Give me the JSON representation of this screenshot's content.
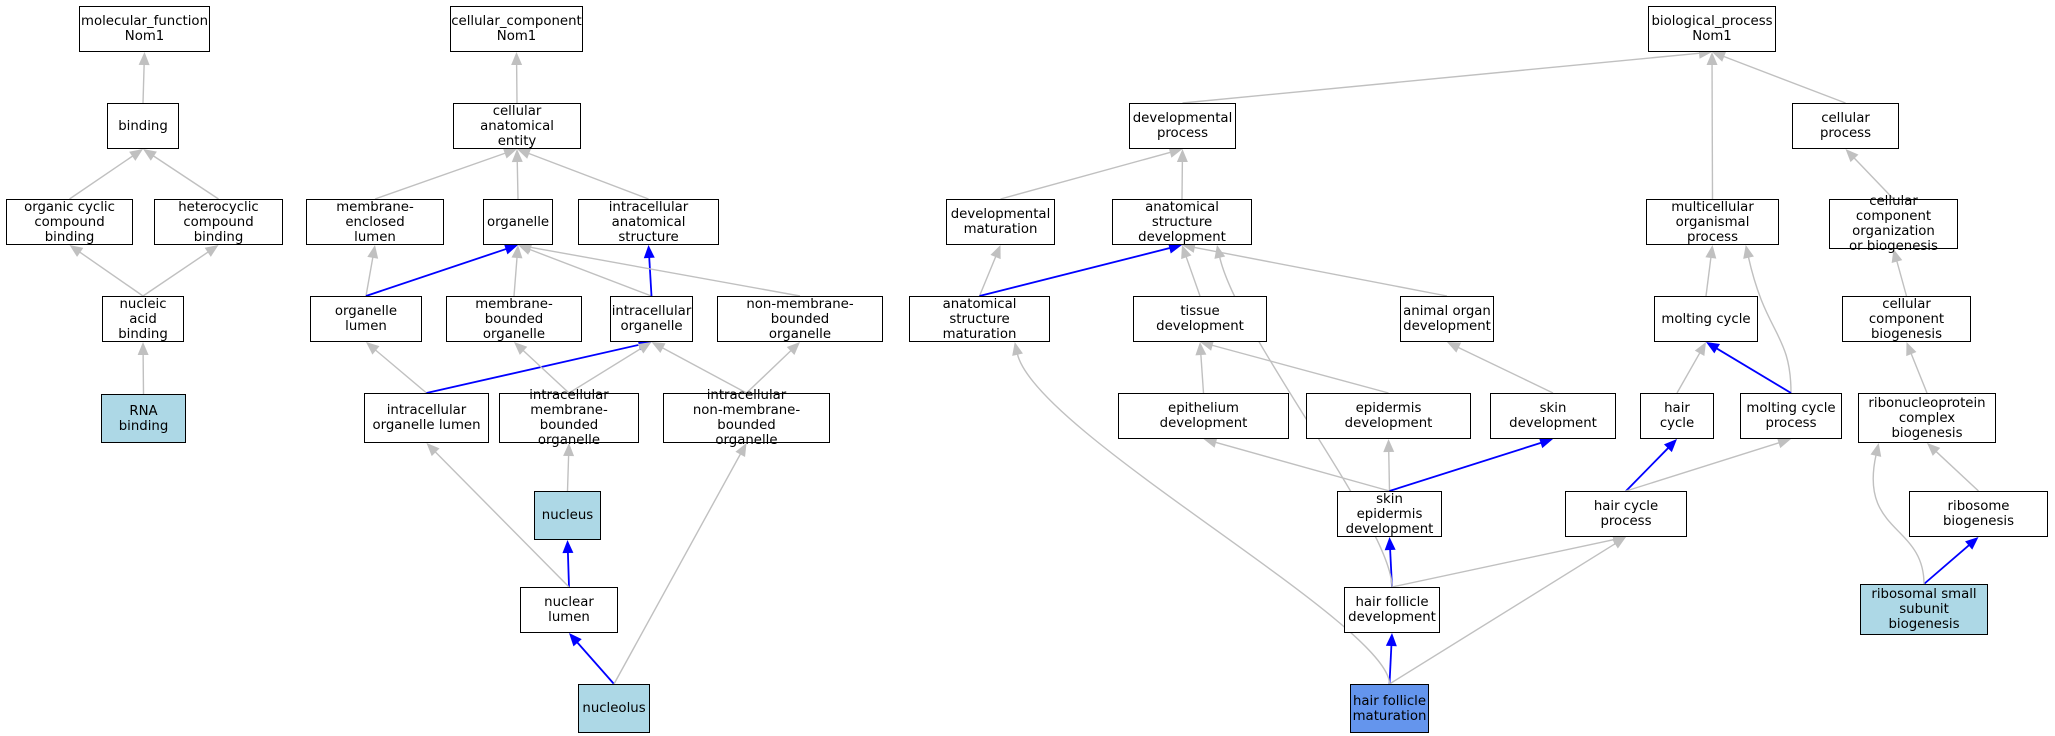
{
  "styles": {
    "default_fill": "#ffffff",
    "light_fill": "#add8e6",
    "focus_fill": "#6495ed",
    "edge_grey": "#c0c0c0",
    "edge_blue": "#0000ff"
  },
  "nodes": [
    {
      "id": "mf",
      "label": "molecular_function\nNom1",
      "fill": "default"
    },
    {
      "id": "binding",
      "label": "binding",
      "fill": "default"
    },
    {
      "id": "ocb",
      "label": "organic cyclic\ncompound binding",
      "fill": "default"
    },
    {
      "id": "hcb",
      "label": "heterocyclic\ncompound binding",
      "fill": "default"
    },
    {
      "id": "nab",
      "label": "nucleic acid\nbinding",
      "fill": "default"
    },
    {
      "id": "rnab",
      "label": "RNA binding",
      "fill": "light"
    },
    {
      "id": "cc",
      "label": "cellular_component\nNom1",
      "fill": "default"
    },
    {
      "id": "cae",
      "label": "cellular anatomical\nentity",
      "fill": "default"
    },
    {
      "id": "mel",
      "label": "membrane-enclosed\nlumen",
      "fill": "default"
    },
    {
      "id": "organelle",
      "label": "organelle",
      "fill": "default"
    },
    {
      "id": "ias",
      "label": "intracellular\nanatomical structure",
      "fill": "default"
    },
    {
      "id": "ol",
      "label": "organelle lumen",
      "fill": "default"
    },
    {
      "id": "mbo",
      "label": "membrane-bounded\norganelle",
      "fill": "default"
    },
    {
      "id": "io",
      "label": "intracellular\norganelle",
      "fill": "default"
    },
    {
      "id": "nmbo",
      "label": "non-membrane-bounded\norganelle",
      "fill": "default"
    },
    {
      "id": "iol",
      "label": "intracellular\norganelle lumen",
      "fill": "default"
    },
    {
      "id": "imbo",
      "label": "intracellular\nmembrane-bounded\norganelle",
      "fill": "default"
    },
    {
      "id": "inmbo",
      "label": "intracellular\nnon-membrane-bounded\norganelle",
      "fill": "default"
    },
    {
      "id": "nucleus",
      "label": "nucleus",
      "fill": "light"
    },
    {
      "id": "nl",
      "label": "nuclear lumen",
      "fill": "default"
    },
    {
      "id": "nucleolus",
      "label": "nucleolus",
      "fill": "light"
    },
    {
      "id": "bp",
      "label": "biological_process\nNom1",
      "fill": "default"
    },
    {
      "id": "devp",
      "label": "developmental\nprocess",
      "fill": "default"
    },
    {
      "id": "cp",
      "label": "cellular process",
      "fill": "default"
    },
    {
      "id": "devm",
      "label": "developmental\nmaturation",
      "fill": "default"
    },
    {
      "id": "asd",
      "label": "anatomical structure\ndevelopment",
      "fill": "default"
    },
    {
      "id": "mop",
      "label": "multicellular\norganismal process",
      "fill": "default"
    },
    {
      "id": "ccob",
      "label": "cellular component\norganization\nor biogenesis",
      "fill": "default"
    },
    {
      "id": "asm",
      "label": "anatomical structure\nmaturation",
      "fill": "default"
    },
    {
      "id": "td",
      "label": "tissue development",
      "fill": "default"
    },
    {
      "id": "aod",
      "label": "animal organ\ndevelopment",
      "fill": "default"
    },
    {
      "id": "mc",
      "label": "molting cycle",
      "fill": "default"
    },
    {
      "id": "ccb",
      "label": "cellular component\nbiogenesis",
      "fill": "default"
    },
    {
      "id": "ed",
      "label": "epithelium development",
      "fill": "default"
    },
    {
      "id": "epd",
      "label": "epidermis development",
      "fill": "default"
    },
    {
      "id": "sd",
      "label": "skin development",
      "fill": "default"
    },
    {
      "id": "hc",
      "label": "hair cycle",
      "fill": "default"
    },
    {
      "id": "mcp",
      "label": "molting cycle\nprocess",
      "fill": "default"
    },
    {
      "id": "rcb",
      "label": "ribonucleoprotein\ncomplex biogenesis",
      "fill": "default"
    },
    {
      "id": "sed",
      "label": "skin epidermis\ndevelopment",
      "fill": "default"
    },
    {
      "id": "hcp",
      "label": "hair cycle process",
      "fill": "default"
    },
    {
      "id": "rb",
      "label": "ribosome biogenesis",
      "fill": "default"
    },
    {
      "id": "hfd",
      "label": "hair follicle\ndevelopment",
      "fill": "default"
    },
    {
      "id": "rssb",
      "label": "ribosomal small\nsubunit biogenesis",
      "fill": "light"
    },
    {
      "id": "hfm",
      "label": "hair follicle\nmaturation",
      "fill": "focus"
    }
  ],
  "edges": [
    {
      "from": "binding",
      "to": "mf",
      "color": "grey"
    },
    {
      "from": "ocb",
      "to": "binding",
      "color": "grey"
    },
    {
      "from": "hcb",
      "to": "binding",
      "color": "grey"
    },
    {
      "from": "nab",
      "to": "ocb",
      "color": "grey"
    },
    {
      "from": "nab",
      "to": "hcb",
      "color": "grey"
    },
    {
      "from": "rnab",
      "to": "nab",
      "color": "grey"
    },
    {
      "from": "cae",
      "to": "cc",
      "color": "grey"
    },
    {
      "from": "mel",
      "to": "cae",
      "color": "grey"
    },
    {
      "from": "organelle",
      "to": "cae",
      "color": "grey"
    },
    {
      "from": "ias",
      "to": "cae",
      "color": "grey"
    },
    {
      "from": "ol",
      "to": "mel",
      "color": "grey"
    },
    {
      "from": "ol",
      "to": "organelle",
      "color": "blue"
    },
    {
      "from": "mbo",
      "to": "organelle",
      "color": "grey"
    },
    {
      "from": "io",
      "to": "organelle",
      "color": "grey"
    },
    {
      "from": "io",
      "to": "ias",
      "color": "blue"
    },
    {
      "from": "nmbo",
      "to": "organelle",
      "color": "grey"
    },
    {
      "from": "iol",
      "to": "ol",
      "color": "grey"
    },
    {
      "from": "iol",
      "to": "io",
      "color": "blue"
    },
    {
      "from": "imbo",
      "to": "mbo",
      "color": "grey"
    },
    {
      "from": "imbo",
      "to": "io",
      "color": "grey"
    },
    {
      "from": "inmbo",
      "to": "io",
      "color": "grey"
    },
    {
      "from": "inmbo",
      "to": "nmbo",
      "color": "grey"
    },
    {
      "from": "nucleus",
      "to": "imbo",
      "color": "grey"
    },
    {
      "from": "nl",
      "to": "nucleus",
      "color": "blue"
    },
    {
      "from": "nl",
      "to": "iol",
      "color": "grey"
    },
    {
      "from": "nucleolus",
      "to": "nl",
      "color": "blue"
    },
    {
      "from": "nucleolus",
      "to": "inmbo",
      "color": "grey"
    },
    {
      "from": "devp",
      "to": "bp",
      "color": "grey"
    },
    {
      "from": "cp",
      "to": "bp",
      "color": "grey"
    },
    {
      "from": "mop",
      "to": "bp",
      "color": "grey"
    },
    {
      "from": "devm",
      "to": "devp",
      "color": "grey"
    },
    {
      "from": "asd",
      "to": "devp",
      "color": "grey"
    },
    {
      "from": "ccob",
      "to": "cp",
      "color": "grey"
    },
    {
      "from": "asm",
      "to": "devm",
      "color": "grey"
    },
    {
      "from": "asm",
      "to": "asd",
      "color": "blue"
    },
    {
      "from": "td",
      "to": "asd",
      "color": "grey"
    },
    {
      "from": "aod",
      "to": "asd",
      "color": "grey"
    },
    {
      "from": "mc",
      "to": "mop",
      "color": "grey"
    },
    {
      "from": "mcp",
      "to": "mop",
      "color": "grey",
      "curve": true
    },
    {
      "from": "ccb",
      "to": "ccob",
      "color": "grey"
    },
    {
      "from": "ed",
      "to": "td",
      "color": "grey"
    },
    {
      "from": "epd",
      "to": "td",
      "color": "grey"
    },
    {
      "from": "sd",
      "to": "aod",
      "color": "grey"
    },
    {
      "from": "hc",
      "to": "mc",
      "color": "grey"
    },
    {
      "from": "mcp",
      "to": "mc",
      "color": "blue"
    },
    {
      "from": "rcb",
      "to": "ccb",
      "color": "grey"
    },
    {
      "from": "sed",
      "to": "ed",
      "color": "grey"
    },
    {
      "from": "sed",
      "to": "epd",
      "color": "grey"
    },
    {
      "from": "sed",
      "to": "sd",
      "color": "blue"
    },
    {
      "from": "hcp",
      "to": "hc",
      "color": "blue"
    },
    {
      "from": "hcp",
      "to": "mcp",
      "color": "grey"
    },
    {
      "from": "rb",
      "to": "rcb",
      "color": "grey"
    },
    {
      "from": "hfd",
      "to": "sed",
      "color": "blue"
    },
    {
      "from": "hfd",
      "to": "hcp",
      "color": "grey"
    },
    {
      "from": "hfd",
      "to": "asd",
      "color": "grey",
      "curve": true
    },
    {
      "from": "rssb",
      "to": "rb",
      "color": "blue"
    },
    {
      "from": "rssb",
      "to": "rcb",
      "color": "grey",
      "curve": true
    },
    {
      "from": "hfm",
      "to": "hfd",
      "color": "blue"
    },
    {
      "from": "hfm",
      "to": "hcp",
      "color": "grey"
    },
    {
      "from": "hfm",
      "to": "asm",
      "color": "grey",
      "curve": true
    }
  ]
}
